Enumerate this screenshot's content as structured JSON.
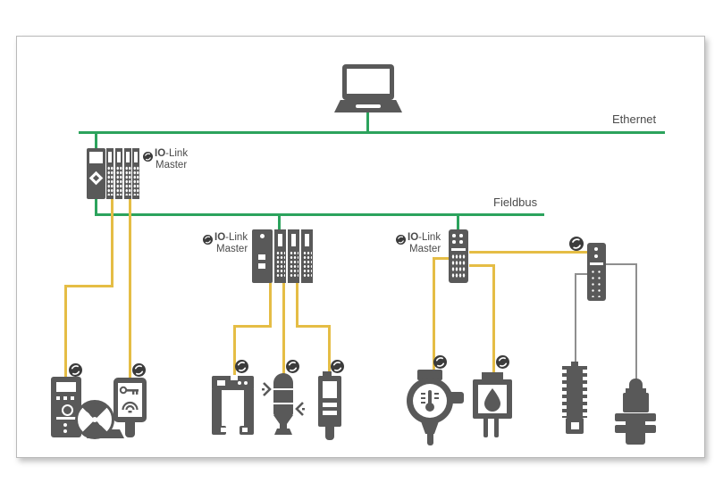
{
  "colors": {
    "green": "#2ca35d",
    "yellow": "#e5bd45",
    "cable_gray": "#8f8f8f",
    "device_gray": "#595959",
    "text": "#4b4b4b"
  },
  "network": {
    "ethernet_label": "Ethernet",
    "fieldbus_label": "Fieldbus"
  },
  "iolink_label": {
    "bold": "IO",
    "rest": "-Link",
    "master": "Master"
  },
  "icons": {
    "laptop-icon": "css-shape",
    "io-link-logo-icon": "dark circle with white swirl arcs",
    "plc-master-icon": "rack with 4 slim io modules",
    "modular-master-icon": "rack with 3 slim io modules",
    "block-master-icon": "compact block io module with port dots",
    "io-hub-icon": "compact hub block with port dots",
    "controller-device-icon": "drive controller with rotary valve",
    "rfid-reader-icon": "key over radio waves",
    "fork-sensor-icon": "u-shaped fork frame",
    "signal-tower-icon": "stack light capsule with flash chevrons",
    "photo-sensor-icon": "sensor body with window and bars",
    "temperature-gauge-icon": "dial with thermometer",
    "flow-sensor-icon": "square body with droplet",
    "threaded-sensor-icon": "ribbed threaded proximity sensor",
    "flanged-sensor-icon": "flanged process sensor"
  }
}
